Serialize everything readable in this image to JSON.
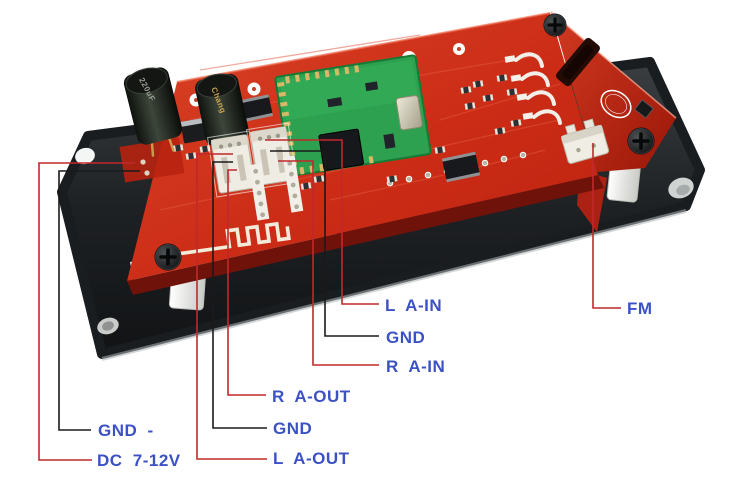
{
  "meta": {
    "description": "Annotated product photo of a red Bluetooth MP3 decoder PCB module mounted on a black bracket, with pin-out labels",
    "image_type": "hardware pinout annotation"
  },
  "colors": {
    "label_blue": "#3c52c4",
    "leader_red": "#c1282c",
    "leader_black": "#1a1a1a",
    "pcb_red": "#cd2f1b",
    "bracket_black": "#212427",
    "module_green": "#2da14f"
  },
  "pin_labels": [
    {
      "id": "l-a-in",
      "text": "L A-IN",
      "line_color": "red",
      "points_to": "audio-in connector"
    },
    {
      "id": "gnd-in",
      "text": "GND",
      "line_color": "black",
      "points_to": "audio-in connector"
    },
    {
      "id": "r-a-in",
      "text": "R A-IN",
      "line_color": "red",
      "points_to": "audio-in connector"
    },
    {
      "id": "fm",
      "text": "FM",
      "line_color": "red",
      "points_to": "FM antenna connector"
    },
    {
      "id": "r-a-out",
      "text": "R A-OUT",
      "line_color": "red",
      "points_to": "audio-out connector"
    },
    {
      "id": "gnd-out",
      "text": "GND",
      "line_color": "black",
      "points_to": "audio-out connector"
    },
    {
      "id": "l-a-out",
      "text": "L A-OUT",
      "line_color": "red",
      "points_to": "audio-out connector"
    },
    {
      "id": "gnd-minus",
      "text": "GND -",
      "line_color": "black",
      "points_to": "power input pads"
    },
    {
      "id": "dc-7-12v",
      "text": "DC 7-12V",
      "line_color": "red",
      "points_to": "power input pads"
    }
  ],
  "board_markings": {
    "capacitor_value": "220uF",
    "capacitor_brand": "Chang"
  }
}
